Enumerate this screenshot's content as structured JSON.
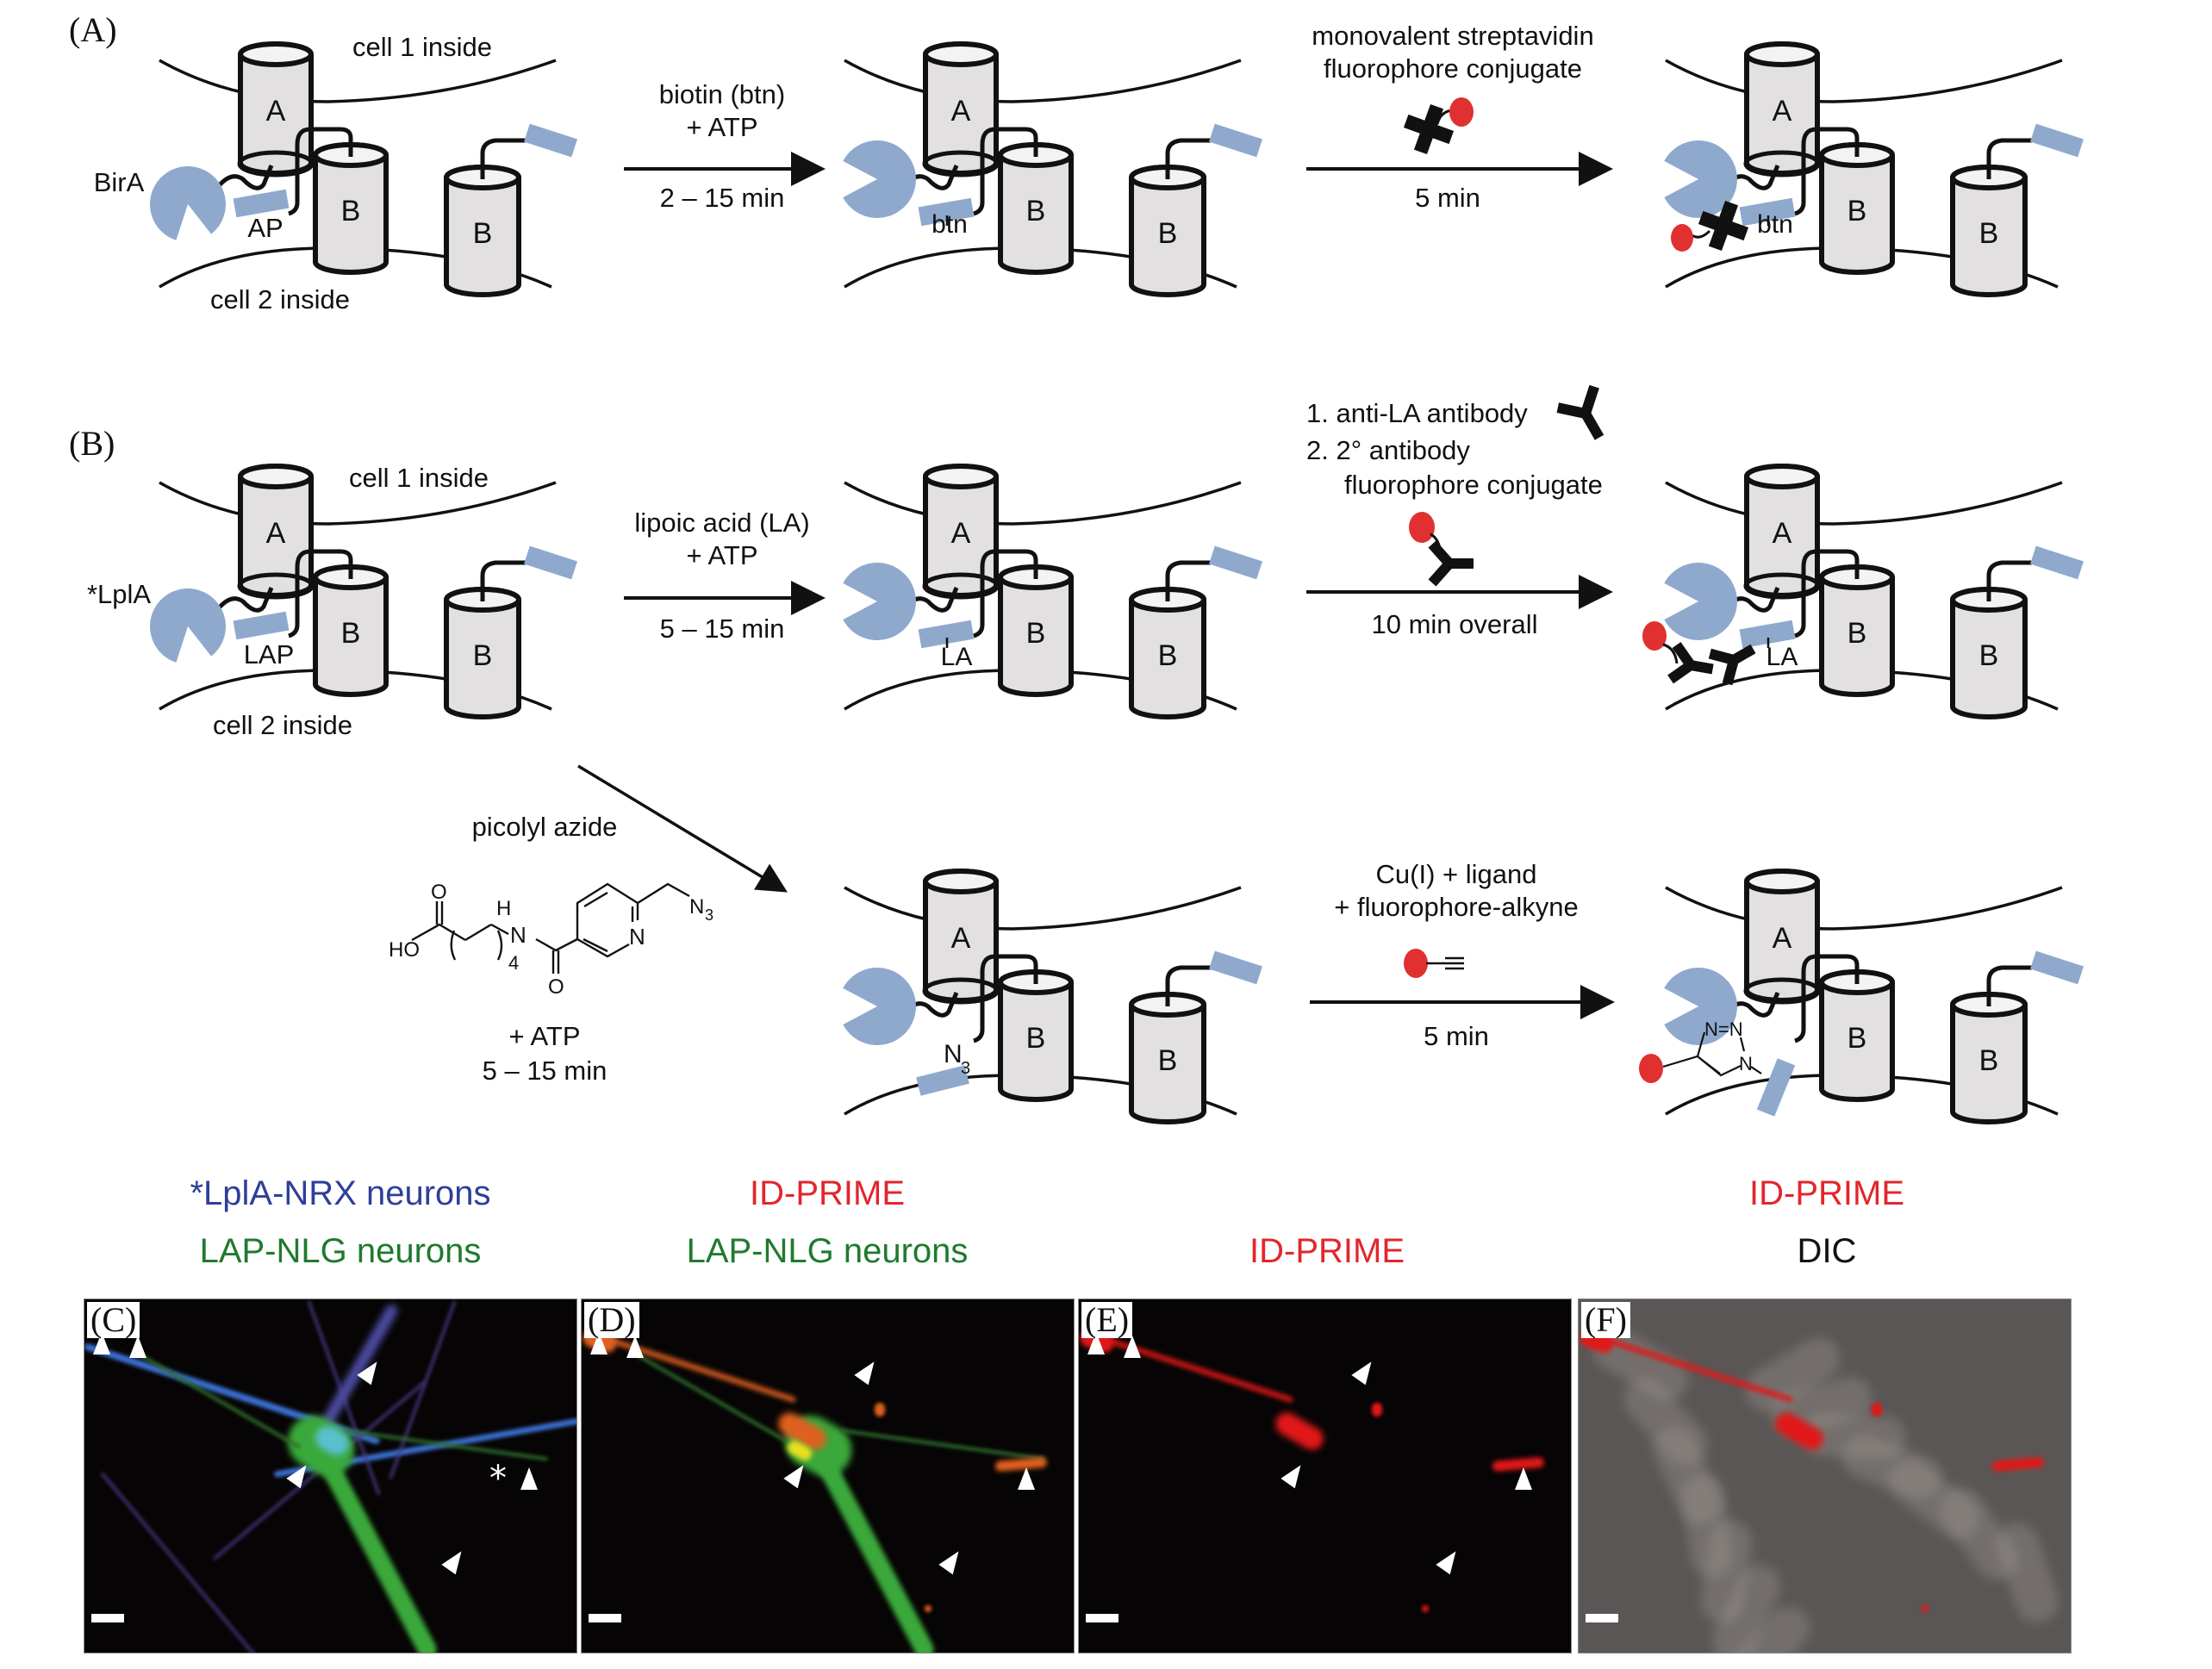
{
  "colors": {
    "tag_blue": "#8fa9cd",
    "membrane": "#111111",
    "cylinder_fill": "#e2e0e0",
    "fluorophore_red": "#e03030",
    "nrx_blue": "#2e3f99",
    "nlg_green": "#1f7a2e",
    "prime_red": "#e2262c",
    "dic_black": "#111111"
  },
  "panel_A": {
    "label": "(A)",
    "cell1": "cell 1 inside",
    "cell2": "cell 2 inside",
    "enzyme": "BirA",
    "tag": "AP",
    "cyl_a": "A",
    "cyl_b": "B",
    "step1": {
      "line1": "biotin (btn)",
      "line2": "+ ATP",
      "time": "2 – 15 min"
    },
    "product_label": "btn",
    "step2": {
      "line1": "monovalent streptavidin",
      "line2": "fluorophore conjugate",
      "time": "5 min"
    }
  },
  "panel_B": {
    "label": "(B)",
    "cell1": "cell 1 inside",
    "cell2": "cell 2 inside",
    "enzyme": "*LplA",
    "tag": "LAP",
    "cyl_a": "A",
    "cyl_b": "B",
    "step1": {
      "line1": "lipoic acid (LA)",
      "line2": "+ ATP",
      "time": "5 – 15 min"
    },
    "product_label": "LA",
    "step2": {
      "item1": "1.  anti-LA antibody",
      "item2": "2.  2° antibody",
      "item2b": "fluorophore conjugate",
      "time": "10 min  overall"
    },
    "alt_step1": {
      "title": "picolyl azide",
      "chem": {
        "ho": "HO",
        "o_top": "O",
        "h": "H",
        "n_amide": "N",
        "sub4": "4",
        "o_bottom": "O",
        "n_ring": "N",
        "n3": "N",
        "n3_sub": "3"
      },
      "line2": "+ ATP",
      "time": "5 – 15 min"
    },
    "alt_product_label": "N",
    "alt_product_sub": "3",
    "alt_step2": {
      "line1": "Cu(I) + ligand",
      "line2": "+ fluorophore-alkyne",
      "time": "5 min"
    },
    "triazole": {
      "n1": "N=N",
      "n2": "N"
    }
  },
  "captions": [
    {
      "lines": [
        {
          "text": "*LplA-NRX neurons",
          "color": "nrx_blue"
        },
        {
          "text": "LAP-NLG neurons",
          "color": "nlg_green"
        }
      ]
    },
    {
      "lines": [
        {
          "text": "ID-PRIME",
          "color": "prime_red"
        },
        {
          "text": "LAP-NLG neurons",
          "color": "nlg_green"
        }
      ]
    },
    {
      "lines": [
        {
          "text": "",
          "color": "prime_red"
        },
        {
          "text": "ID-PRIME",
          "color": "prime_red"
        }
      ]
    },
    {
      "lines": [
        {
          "text": "ID-PRIME",
          "color": "prime_red"
        },
        {
          "text": "DIC",
          "color": "dic_black"
        }
      ]
    }
  ],
  "micrographs": [
    {
      "tag": "(C)",
      "kind": "merge-blue-green",
      "has_asterisk": true,
      "asterisk": "*"
    },
    {
      "tag": "(D)",
      "kind": "merge-red-green",
      "has_asterisk": false
    },
    {
      "tag": "(E)",
      "kind": "red-only",
      "has_asterisk": false
    },
    {
      "tag": "(F)",
      "kind": "dic-red",
      "has_asterisk": false
    }
  ]
}
